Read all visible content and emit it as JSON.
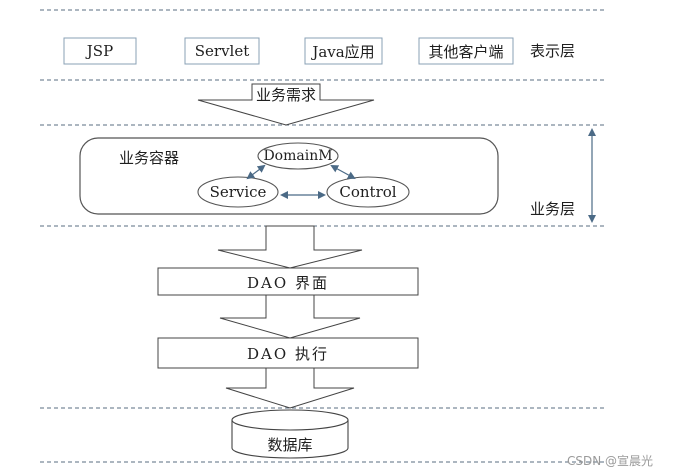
{
  "presentation_layer": {
    "items": [
      "JSP",
      "Servlet",
      "Java应用",
      "其他客户端"
    ],
    "layer_label": "表示层"
  },
  "business_request": "业务需求",
  "business_layer": {
    "container_label": "业务容器",
    "nodes": {
      "domain": "DomainM",
      "service": "Service",
      "control": "Control"
    },
    "layer_label": "业务层"
  },
  "dao": {
    "interface": "DAO 界面",
    "execute": "DAO 执行"
  },
  "database": "数据库",
  "watermark": "CSDN @宣晨光",
  "colors": {
    "line": "#3a3a3a",
    "dashed": "#5a6e80",
    "accent_arrow": "#4b6a86"
  }
}
